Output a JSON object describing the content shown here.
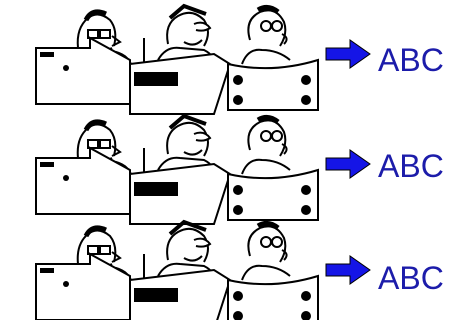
{
  "pipeline": {
    "rows": [
      {
        "output_label": "ABC",
        "operators": [
          "operator-figure",
          "operator-figure",
          "operator-figure"
        ]
      },
      {
        "output_label": "ABC",
        "operators": [
          "operator-figure",
          "operator-figure",
          "operator-figure"
        ]
      },
      {
        "output_label": "ABC",
        "operators": [
          "operator-figure",
          "operator-figure",
          "operator-figure"
        ]
      }
    ]
  },
  "colors": {
    "outline": "#000000",
    "arrow_fill": "#1515e6",
    "label_text": "#1c1caa"
  },
  "icons": [
    "operator-figure",
    "console-panel-icon",
    "arrow-right-icon"
  ]
}
